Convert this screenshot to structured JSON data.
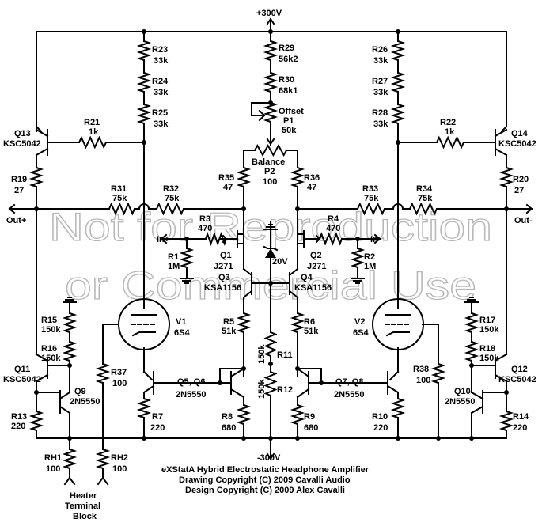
{
  "rails": {
    "positive": "+300V",
    "negative": "-300V"
  },
  "outputs": {
    "left": "Out+",
    "right": "Out-"
  },
  "inputs": {
    "left": "In+",
    "right": "In-"
  },
  "zener": "20V",
  "resistors": [
    {
      "ref": "R23",
      "val": "33k"
    },
    {
      "ref": "R24",
      "val": "33k"
    },
    {
      "ref": "R25",
      "val": "33k"
    },
    {
      "ref": "R29",
      "val": "56k2"
    },
    {
      "ref": "R30",
      "val": "68k1"
    },
    {
      "ref": "R26",
      "val": "33k"
    },
    {
      "ref": "R27",
      "val": "33k"
    },
    {
      "ref": "R28",
      "val": "33k"
    },
    {
      "ref": "R21",
      "val": "1k"
    },
    {
      "ref": "R22",
      "val": "1k"
    },
    {
      "ref": "R19",
      "val": "27"
    },
    {
      "ref": "R20",
      "val": "27"
    },
    {
      "ref": "R35",
      "val": "47"
    },
    {
      "ref": "R36",
      "val": "47"
    },
    {
      "ref": "R31",
      "val": "75k"
    },
    {
      "ref": "R32",
      "val": "75k"
    },
    {
      "ref": "R33",
      "val": "75k"
    },
    {
      "ref": "R34",
      "val": "75k"
    },
    {
      "ref": "R3",
      "val": "470"
    },
    {
      "ref": "R4",
      "val": "470"
    },
    {
      "ref": "R1",
      "val": "1M"
    },
    {
      "ref": "R2",
      "val": "1M"
    },
    {
      "ref": "R5",
      "val": "51k"
    },
    {
      "ref": "R6",
      "val": "51k"
    },
    {
      "ref": "R11",
      "val": "150k"
    },
    {
      "ref": "R12",
      "val": "150k"
    },
    {
      "ref": "R15",
      "val": "150k"
    },
    {
      "ref": "R16",
      "val": "150k"
    },
    {
      "ref": "R17",
      "val": "150k"
    },
    {
      "ref": "R18",
      "val": "150k"
    },
    {
      "ref": "R37",
      "val": "100"
    },
    {
      "ref": "R38",
      "val": "100"
    },
    {
      "ref": "R13",
      "val": "220"
    },
    {
      "ref": "R14",
      "val": "220"
    },
    {
      "ref": "R7",
      "val": "220"
    },
    {
      "ref": "R8",
      "val": "680"
    },
    {
      "ref": "R9",
      "val": "680"
    },
    {
      "ref": "R10",
      "val": "220"
    },
    {
      "ref": "RH1",
      "val": "100"
    },
    {
      "ref": "RH2",
      "val": "100"
    }
  ],
  "pots": [
    {
      "name": "Offset",
      "ref": "P1",
      "val": "50k"
    },
    {
      "name": "Balance",
      "ref": "P2",
      "val": "100"
    }
  ],
  "transistors": [
    {
      "ref": "Q13",
      "part": "KSC5042"
    },
    {
      "ref": "Q14",
      "part": "KSC5042"
    },
    {
      "ref": "Q1",
      "part": "J271"
    },
    {
      "ref": "Q2",
      "part": "J271"
    },
    {
      "ref": "Q3",
      "part": "KSA1156"
    },
    {
      "ref": "Q4",
      "part": "KSA1156"
    },
    {
      "ref": "Q11",
      "part": "KSC5042"
    },
    {
      "ref": "Q12",
      "part": "KSC5042"
    },
    {
      "ref": "Q9",
      "part": "2N5550"
    },
    {
      "ref": "Q10",
      "part": "2N5550"
    },
    {
      "ref": "Q5, Q6",
      "part": "2N5550"
    },
    {
      "ref": "Q7, Q8",
      "part": "2N5550"
    }
  ],
  "tubes": [
    {
      "ref": "V1",
      "part": "6S4"
    },
    {
      "ref": "V2",
      "part": "6S4"
    }
  ],
  "heater": [
    "Heater",
    "Terminal",
    "Block"
  ],
  "title": [
    "eXStatA Hybrid Electrostatic Headphone Amplifier",
    "Drawing Copyright (C) 2009 Cavalli Audio",
    "Design Copyright (C) 2009 Alex Cavalli"
  ],
  "watermark": [
    "Not for Reproduction",
    "or Commercial Use"
  ]
}
